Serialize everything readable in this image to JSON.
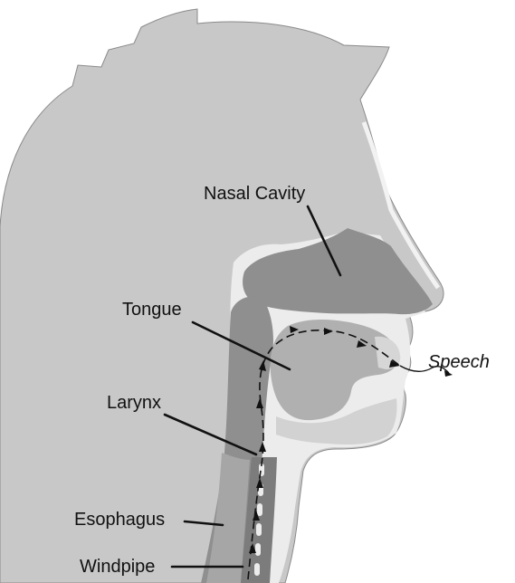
{
  "labels": {
    "nasal_cavity": "Nasal Cavity",
    "tongue": "Tongue",
    "larynx": "Larynx",
    "esophagus": "Esophagus",
    "windpipe": "Windpipe",
    "speech": "Speech"
  },
  "colors": {
    "skin": "#c8c8c8",
    "cavity": "#8f8f8f",
    "tissue_light": "#ececec",
    "tongue": "#b0b0b0",
    "windpipe_dark": "#7c7c7c",
    "ink": "#111111"
  }
}
